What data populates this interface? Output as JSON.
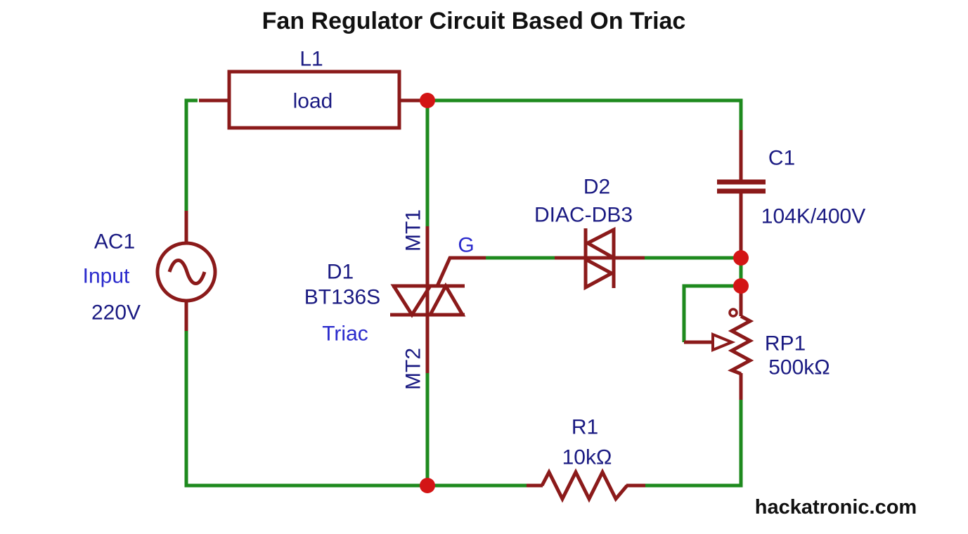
{
  "title": "Fan Regulator Circuit Based On Triac",
  "watermark": "hackatronic.com",
  "colors": {
    "wire": "#1e8a1e",
    "component": "#8b1a1a",
    "junction": "#d31515",
    "label_primary": "#1a1a82",
    "label_secondary": "#2a2acc",
    "title_text": "#111111"
  },
  "components": {
    "load": {
      "ref": "L1",
      "name": "load"
    },
    "ac_source": {
      "ref": "AC1",
      "role": "Input",
      "value": "220V"
    },
    "triac": {
      "ref": "D1",
      "part": "BT136S",
      "type": "Triac",
      "terminal_top": "MT1",
      "terminal_bottom": "MT2",
      "gate": "G"
    },
    "diac": {
      "ref": "D2",
      "part": "DIAC-DB3"
    },
    "capacitor": {
      "ref": "C1",
      "value": "104K/400V"
    },
    "potentiometer": {
      "ref": "RP1",
      "value": "500kΩ"
    },
    "resistor": {
      "ref": "R1",
      "value": "10kΩ"
    }
  }
}
